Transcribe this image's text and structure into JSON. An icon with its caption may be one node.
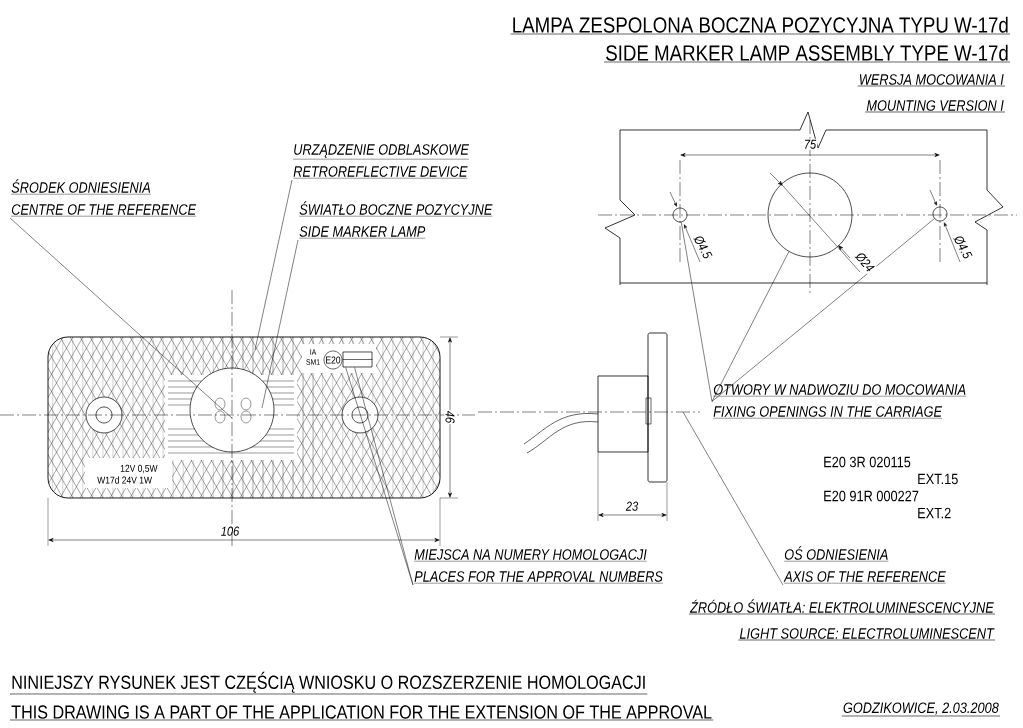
{
  "diagram": {
    "title": "LAMPA ZESPOLONA BOCZNA POZYCYJNA TYPU W-17d",
    "nodes": [
      {
        "text": [
          "URZĄDZENIE ODBLASKOWE",
          "RETROREFLECTIVE DEVICE"
        ]
      },
      {
        "text": [
          "ŚRODEK ODNIESIENIA",
          "CENTRE OF THE REFERENCE"
        ]
      },
      {
        "text": [
          "ŚWIATŁO BOCZNE POZYCYJNE",
          "SIDE MARKER LAMP"
        ]
      },
      {
        "text": [
          "OTWORY W NADWOZIU DO MOCOWANIA",
          "FIXING OPENINGS IN THE CARRIAGE"
        ]
      },
      {
        "text": [
          "MIEJSCA NA NUMERY HOMOLOGACJI",
          "PLACES FOR THE APPROVAL NUMBERS"
        ]
      },
      {
        "text": [
          "OŚ ODNIESIENIA",
          "AXIS OF THE REFERENCE"
        ]
      },
      {
        "text": [],
        "shape": "circle"
      },
      {
        "text": [],
        "shape": "circle"
      },
      {
        "text": [],
        "shape": "circle"
      },
      {
        "text": [
          "IA",
          "SM1",
          "E20",
          "12V 0,5W",
          "W17d 24V 1W"
        ]
      },
      {
        "text": [],
        "shape": "box",
        "in": 9
      }
    ],
    "edges": [
      {
        "from": 0,
        "to": 9,
        "arrow": "none"
      },
      {
        "from": 1,
        "to": 9,
        "arrow": "none"
      },
      {
        "from": 2,
        "to": 9,
        "arrow": "none"
      },
      {
        "from": 3,
        "to": 6,
        "arrow": "none"
      },
      {
        "from": 3,
        "to": 7,
        "arrow": "none"
      },
      {
        "from": 3,
        "to": 8,
        "arrow": "none"
      },
      {
        "from": 4,
        "to": 10,
        "arrow": "none"
      },
      {
        "from": 4,
        "to": 10,
        "arrow": "none"
      },
      {
        "from": 5,
        "to": null,
        "arrow": "none"
      }
    ],
    "labels": [
      "SIDE MARKER LAMP ASSEMBLY TYPE W-17d",
      "WERSJA MOCOWANIA I",
      "MOUNTING VERSION I",
      "75",
      "Ø4.5",
      "Ø24",
      "Ø4.5",
      "46",
      "E20 3R 020115",
      "EXT.15",
      "E20 91R 000227",
      "EXT.2",
      "23",
      "106",
      "ŹRÓDŁO ŚWIATŁA: ELEKTROLUMINESCENCYJNE",
      "LIGHT SOURCE: ELECTROLUMINESCENT",
      "NINIEJSZY RYSUNEK JEST CZĘŚCIĄ WNIOSKU O ROZSZERZENIE HOMOLOGACJI",
      "THIS DRAWING IS A PART OF THE APPLICATION FOR THE EXTENSION OF THE APPROVAL",
      "GODZIKOWICE, 2.03.2008"
    ]
  }
}
